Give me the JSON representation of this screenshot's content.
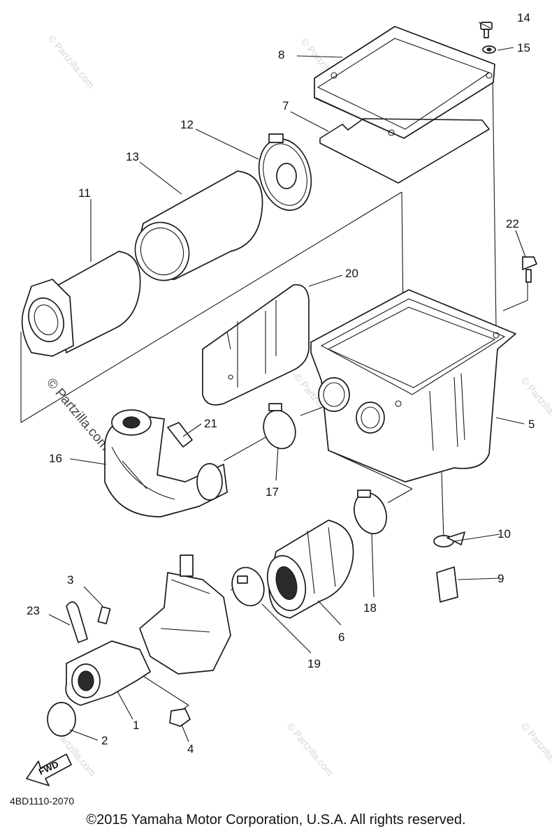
{
  "watermark": "© Partzilla.com",
  "part_code": "4BD1110-2070",
  "fwd_label": "FWD",
  "copyright": "©2015 Yamaha Motor Corporation, U.S.A. All rights reserved.",
  "callouts": {
    "c1": "1",
    "c2": "2",
    "c3": "3",
    "c4": "4",
    "c5": "5",
    "c6": "6",
    "c7": "7",
    "c8": "8",
    "c9": "9",
    "c10": "10",
    "c11": "11",
    "c12": "12",
    "c13": "13",
    "c14": "14",
    "c15": "15",
    "c16": "16",
    "c17": "17",
    "c18": "18",
    "c19": "19",
    "c20": "20",
    "c21": "21",
    "c22": "22",
    "c23": "23"
  }
}
